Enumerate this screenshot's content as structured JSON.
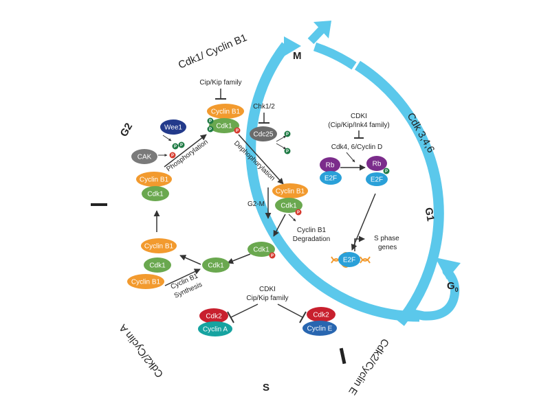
{
  "colors": {
    "ring": "#5bc8eb",
    "orange": "#f29a2e",
    "green": "#6aa84f",
    "wee1": "#233a8b",
    "cak": "#7a7a7a",
    "cdc25": "#6b6b6b",
    "red": "#c8202e",
    "purple": "#7b2c8b",
    "blue": "#2aa0d8",
    "teal": "#16a3a0",
    "cyclinE": "#2866b0",
    "phospho_green": "#1e7a44",
    "phospho_red": "#d63a2e"
  },
  "phases": {
    "m": "M",
    "g1": "G1",
    "g0": "G",
    "g0_sub": "0",
    "s": "S",
    "g2": "G2"
  },
  "arc_labels": {
    "cdk1_cyclin_b1": "Cdk1/ Cyclin B1",
    "cdk346": "Cdk 3,4,6",
    "cdk2_cyclin_e": "Cdk2/Cyclin E",
    "cdk2_cyclin_a": "Cdk2/Cyclin A"
  },
  "inhibitors": {
    "cip_kip_family": "Cip/Kip family",
    "chk12": "Chk1/2",
    "cdki_right_1": "CDKI",
    "cdki_right_2": "(Cip/Kip/Ink4 family)",
    "cdk46_cyclin_d": "Cdk4, 6/Cyclin D",
    "cdki_bottom_1": "CDKI",
    "cdki_bottom_2": "Cip/Kip family"
  },
  "molecules": {
    "cyclin_b1": "Cyclin B1",
    "cdk1": "Cdk1",
    "wee1": "Wee1",
    "cak": "CAK",
    "cdc25": "Cdc25",
    "rb": "Rb",
    "e2f": "E2F",
    "cdk2": "Cdk2",
    "cyclin_a": "Cyclin A",
    "cyclin_e": "Cyclin E",
    "p": "P"
  },
  "processes": {
    "phosphorylation": "Phosphorylation",
    "dephosphorylation": "Dephophorylation",
    "g2m": "G2-M",
    "degradation_1": "Cyclin B1",
    "degradation_2": "Degradation",
    "synthesis_1": "Cyclin  B1",
    "synthesis_2": "Synthesis",
    "s_phase_1": "S phase",
    "s_phase_2": "genes"
  }
}
